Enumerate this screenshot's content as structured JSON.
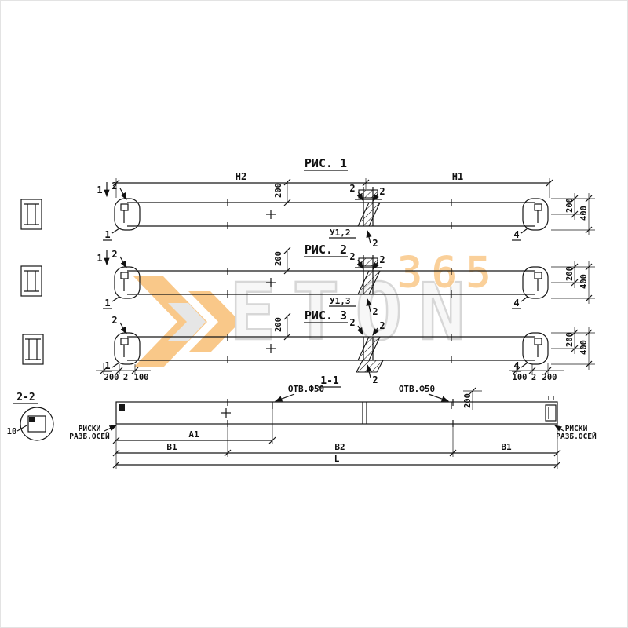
{
  "watermark": {
    "brand": "ETON",
    "number": "365",
    "accent": "#F6A43B",
    "gray": "#BDBDBD"
  },
  "fig1": {
    "title": "РИС. 1",
    "dim_h2": "Н2",
    "dim_h1": "Н1",
    "dim_200": "200",
    "cut1": "1",
    "cut2": "2",
    "joint_label": "У1,2",
    "mark_left": "1",
    "mark_right": "4",
    "height_200": "200",
    "height_400": "400"
  },
  "fig2": {
    "title": "РИС. 2",
    "dim_200": "200",
    "cut1": "1",
    "cut2": "2",
    "joint_label": "У1,3",
    "mark_left": "1",
    "mark_right": "4",
    "height_200": "200",
    "height_400": "400"
  },
  "fig3": {
    "title": "РИС. 3",
    "dim_200": "200",
    "cut2": "2",
    "mark_left": "1",
    "mark_right": "4",
    "height_200": "200",
    "height_400": "400",
    "left_dims": {
      "a": "200",
      "b": "2",
      "c": "100"
    },
    "right_dims": {
      "a": "100",
      "b": "2",
      "c": "200"
    }
  },
  "sec11": {
    "title": "1-1",
    "hole_left": "ОТВ.Ф50",
    "hole_right": "ОТВ.Ф50",
    "dim_200": "200",
    "risks_left_1": "РИСКИ",
    "risks_left_2": "РАЗБ.ОСЕЙ",
    "risks_right_1": "РИСКИ",
    "risks_right_2": "РАЗБ.ОСЕЙ",
    "dim_a1": "А1",
    "dim_b1_left": "В1",
    "dim_b2": "В2",
    "dim_b1_right": "В1",
    "dim_l": "L"
  },
  "sec22": {
    "title": "2-2",
    "dim_10": "10"
  }
}
